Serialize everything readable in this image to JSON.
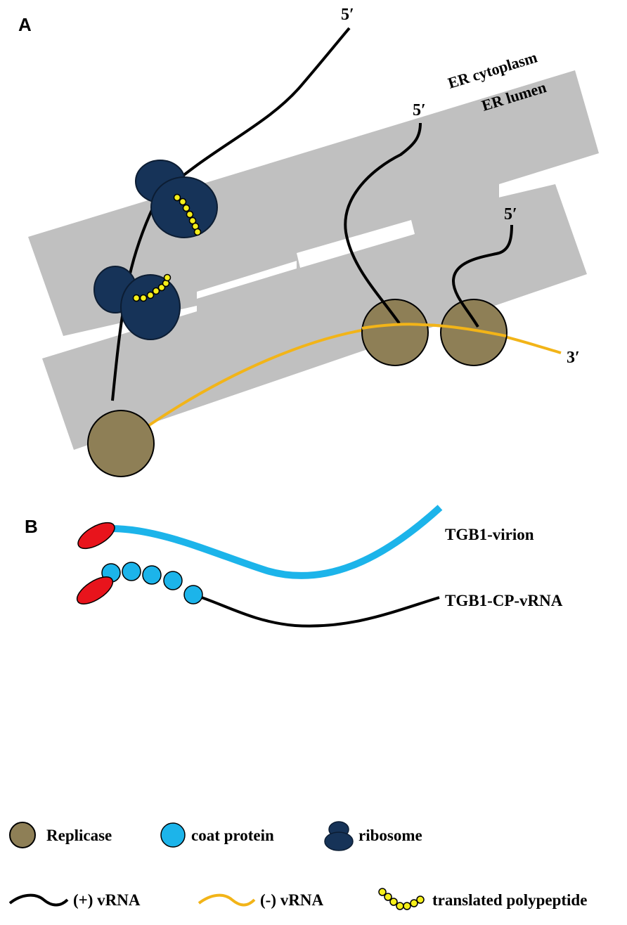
{
  "panel_a": {
    "label": "A",
    "er_cytoplasm": "ER cytoplasm",
    "er_lumen": "ER lumen",
    "end_5_prime": "5′",
    "end_3_prime": "3′"
  },
  "panel_b": {
    "label": "B",
    "complex_1": "TGB1-CP-vRNA",
    "complex_2": "TGB1-virion"
  },
  "legend": {
    "replicase": "Replicase",
    "coat_protein": "coat protein",
    "ribosome": "ribosome",
    "plus_vrna": "(+) vRNA",
    "minus_vrna": "(-) vRNA",
    "polypeptide": "translated polypeptide"
  },
  "colors": {
    "er_membrane": "#c0c0c0",
    "replicase": "#8e7f56",
    "coat_protein": "#1cb4ea",
    "ribosome": "#163358",
    "polypeptide": "#f5ef1a",
    "plus_vrna": "#000000",
    "minus_vrna": "#f2b418",
    "tgb1": "#e8141c"
  }
}
